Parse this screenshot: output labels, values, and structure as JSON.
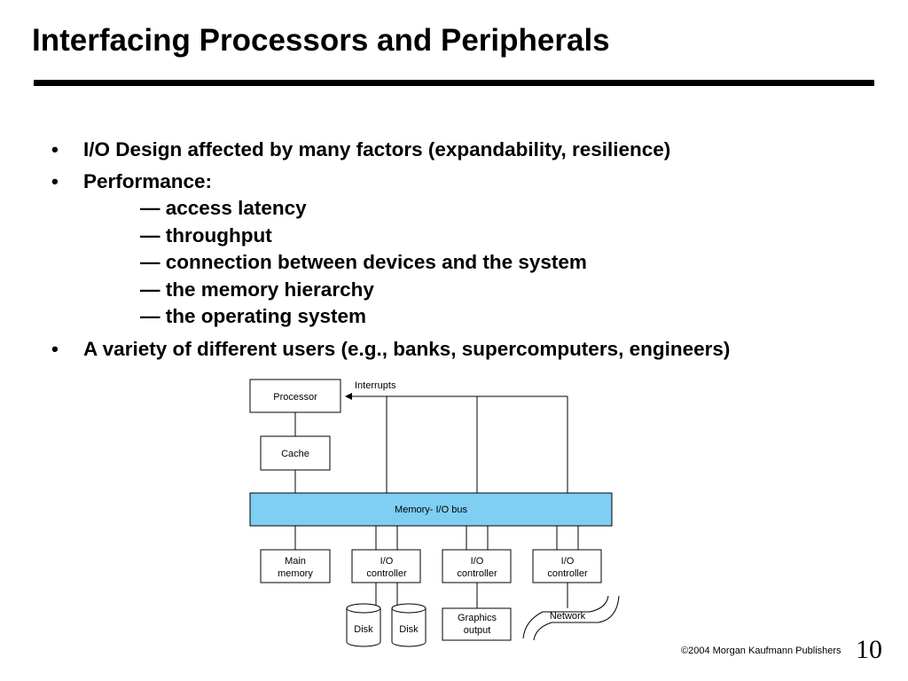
{
  "slide": {
    "title": "Interfacing Processors and Peripherals",
    "bullets": [
      {
        "marker": "•",
        "text": "I/O Design affected by many factors (expandability, resilience)"
      },
      {
        "marker": "•",
        "text": "Performance:"
      },
      {
        "marker": "•",
        "text": "A variety of different users (e.g., banks, supercomputers, engineers)"
      }
    ],
    "sub_items": [
      "— access latency",
      "— throughput",
      "— connection between devices and the system",
      "— the memory hierarchy",
      "— the operating system"
    ],
    "footer": "©2004 Morgan Kaufmann Publishers",
    "page_number": "10"
  },
  "diagram": {
    "processor": "Processor",
    "cache": "Cache",
    "interrupts": "Interrupts",
    "bus": "Memory- I/O bus",
    "main_memory": [
      "Main",
      "memory"
    ],
    "io_controller": [
      "I/O",
      "controller"
    ],
    "disk": "Disk",
    "graphics": [
      "Graphics",
      "output"
    ],
    "network": "Network",
    "colors": {
      "bus_fill": "#7fcff3",
      "line": "#000000"
    }
  }
}
